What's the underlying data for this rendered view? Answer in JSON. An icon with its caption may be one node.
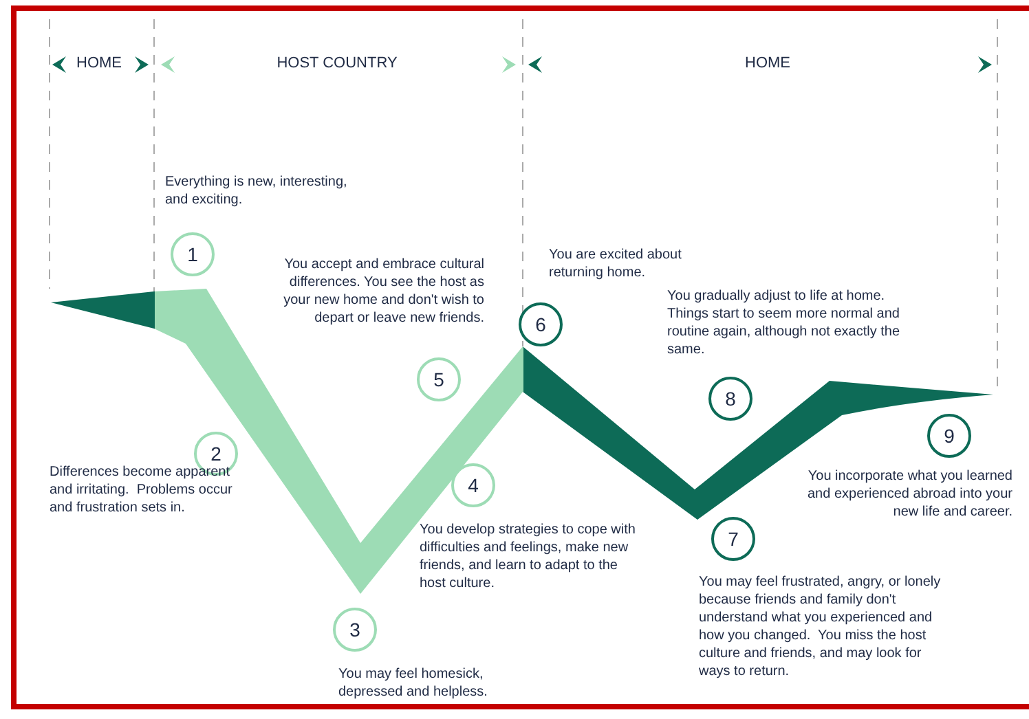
{
  "diagram": {
    "nodes": [
      {
        "text": [
          "1"
        ],
        "beside": [
          "Everything is new, interesting, and exciting."
        ]
      },
      {
        "text": [
          "2"
        ],
        "beside": [
          "Differences become apparent and irritating.  Problems occur and frustration sets in."
        ]
      },
      {
        "text": [
          "3"
        ],
        "beside": [
          "You may feel homesick, depressed and helpless."
        ]
      },
      {
        "text": [
          "4"
        ],
        "beside": [
          "You develop strategies to cope with difficulties and feelings, make new friends, and learn to adapt to the host culture."
        ]
      },
      {
        "text": [
          "5"
        ],
        "beside": [
          "You accept and embrace cultural differences. You see the host as your new home and don't wish to depart or leave new friends."
        ]
      },
      {
        "text": [
          "6"
        ],
        "beside": [
          "You are excited about returning home."
        ]
      },
      {
        "text": [
          "7"
        ],
        "beside": [
          "You may feel frustrated, angry, or lonely because friends and family don't understand what you experienced and how you changed.  You miss the host culture and friends, and may look for ways to return."
        ]
      },
      {
        "text": [
          "8"
        ],
        "beside": [
          "You gradually adjust to life at home. Things start to seem more normal and routine again, although not exactly the same."
        ]
      },
      {
        "text": [
          "9"
        ],
        "beside": [
          "You incorporate what you learned and experienced abroad into your new life and career."
        ]
      }
    ],
    "labels": [
      "HOME",
      "HOST COUNTRY",
      "HOME"
    ]
  }
}
